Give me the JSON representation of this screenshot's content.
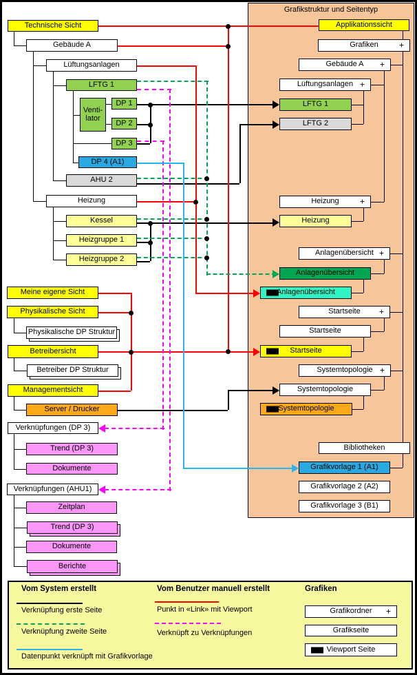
{
  "title": "Grafikstruktur und Seitentyp",
  "plus": "+",
  "left": {
    "technische_sicht": "Technische Sicht",
    "gebaeude_a": "Gebäude A",
    "lueftungsanlagen": "Lüftungsanlagen",
    "lftg_1": "LFTG 1",
    "ventilator": "Venti-\nlator",
    "dp_1": "DP 1",
    "dp_2": "DP 2",
    "dp_3": "DP 3",
    "dp_4": "DP 4 (A1)",
    "ahu_2": "AHU 2",
    "heizung": "Heizung",
    "kessel": "Kessel",
    "heizgruppe_1": "Heizgruppe 1",
    "heizgruppe_2": "Heizgruppe 2",
    "meine_eigene_sicht": "Meine eigene Sicht",
    "physikalische_sicht": "Physikalische Sicht",
    "physikalische_dp_struktur": "Physikalische DP Struktur",
    "betreibersicht": "Betreibersicht",
    "betreiber_dp_struktur": "Betreiber DP Struktur",
    "managementsicht": "Managementsicht",
    "server_drucker": "Server / Drucker",
    "verknuepfungen_dp3": "Verknüpfungen (DP 3)",
    "trend_dp3_1": "Trend (DP 3)",
    "dokumente_1": "Dokumente",
    "verknuepfungen_ahu1": "Verknüpfungen (AHU1)",
    "zeitplan": "Zeitplan",
    "trend_dp3_2": "Trend (DP 3)",
    "dokumente_2": "Dokumente",
    "berichte": "Berichte"
  },
  "right": {
    "applikationssicht": "Applikationssicht",
    "grafiken": "Grafiken",
    "gebaeude_a": "Gebäude A",
    "lueftungsanlagen": "Lüftungsanlagen",
    "lftg_1": "LFTG 1",
    "lftg_2": "LFTG 2",
    "heizung_folder": "Heizung",
    "heizung_page": "Heizung",
    "anlagen_folder": "Anlagenübersicht",
    "anlagen_page": "Anlagenübersicht",
    "anlagen_viewport": "Anlagenübersicht",
    "start_folder": "Startseite",
    "start_page": "Startseite",
    "start_viewport": "Startseite",
    "system_folder": "Systemtopologie",
    "system_page": "Systemtopologie",
    "system_viewport": "Systemtopologie",
    "bibliotheken": "Bibliotheken",
    "grafikvorlage_1": "Grafikvorlage 1 (A1)",
    "grafikvorlage_2": "Grafikvorlage 2 (A2)",
    "grafikvorlage_3": "Grafikvorlage 3 (B1)"
  },
  "legend": {
    "system_title": "Vom System erstellt",
    "system_items": [
      {
        "style": "black-solid",
        "label": "Verknüpfung erste Seite"
      },
      {
        "style": "green-dashed",
        "label": "Verknüpfung zweite Seite"
      },
      {
        "style": "blue-solid",
        "label": "Datenpunkt verknüpft mit Grafikvorlage"
      }
    ],
    "user_title": "Vom Benutzer manuell erstellt",
    "user_items": [
      {
        "style": "red-solid",
        "label": "Punkt in «Link» mit Viewport"
      },
      {
        "style": "magenta-dashed",
        "label": "Verknüpft zu Verknüpfungen"
      }
    ],
    "grafiken_title": "Grafiken",
    "grafikordner": "Grafikordner",
    "grafikseite": "Grafikseite",
    "viewport_seite": "Viewport Seite"
  },
  "colors": {
    "panel_bg": "#F6C69A",
    "yellow": "#FFFF00",
    "pale_yellow": "#FFFF99",
    "legend_bg": "#F8F8A0",
    "green": "#92D050",
    "dark_green": "#00A651",
    "turquoise": "#2FF5C4",
    "blue": "#29A9E1",
    "gray": "#D9D9D9",
    "orange": "#FBA919",
    "magenta_fill": "#FA96F8",
    "red_line": "#FF0000",
    "green_line": "#00A651",
    "magenta_line": "#FF00FF",
    "blue_line": "#2BB3EC"
  }
}
